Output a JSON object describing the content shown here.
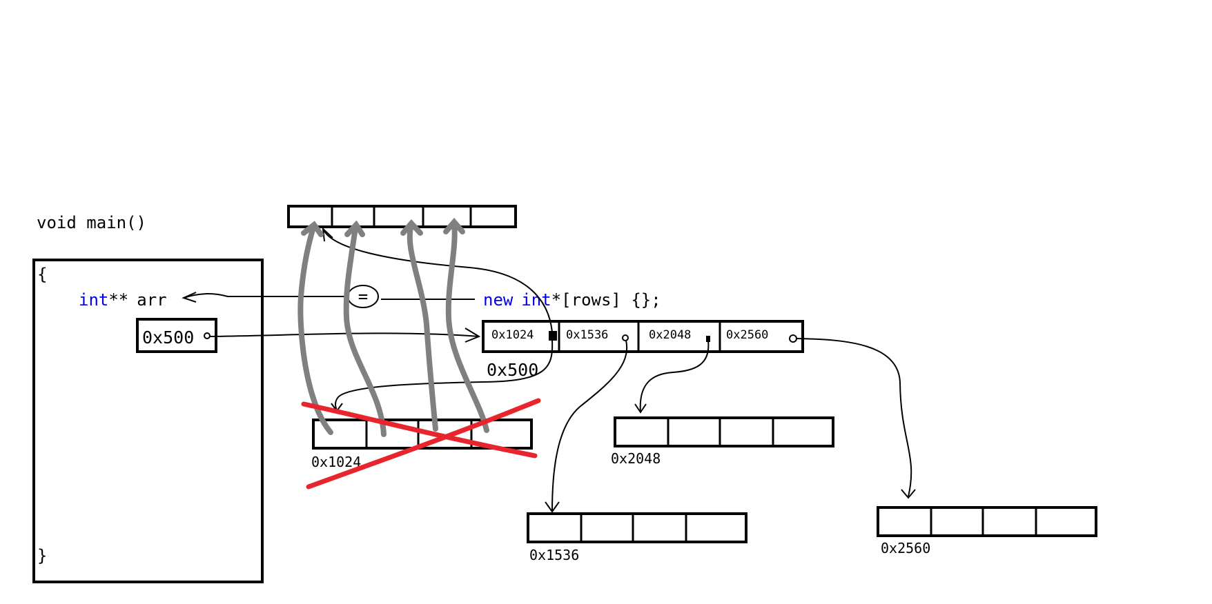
{
  "code": {
    "signature": "void main()",
    "brace_open": "{",
    "brace_close": "}",
    "declaration": {
      "type_keyword": "int",
      "stars": "**",
      "name": "arr"
    },
    "assign_symbol": "=",
    "rhs": {
      "new_keyword": "new",
      "type_keyword": "int",
      "rest": "*[rows] {};"
    }
  },
  "stack_variable": {
    "value": "0x500"
  },
  "pointer_array": {
    "address_label": "0x500",
    "cells": [
      "0x1024",
      "0x1536",
      "0x2048",
      "0x2560"
    ]
  },
  "row_arrays": [
    {
      "address_label": "0x1024",
      "crossed_out": true
    },
    {
      "address_label": "0x2048",
      "crossed_out": false
    },
    {
      "address_label": "0x1536",
      "crossed_out": false
    },
    {
      "address_label": "0x2560",
      "crossed_out": false
    }
  ],
  "colors": {
    "keyword": "#0000e6",
    "move_arrows": "#808080",
    "cross_out": "#e8242c"
  }
}
